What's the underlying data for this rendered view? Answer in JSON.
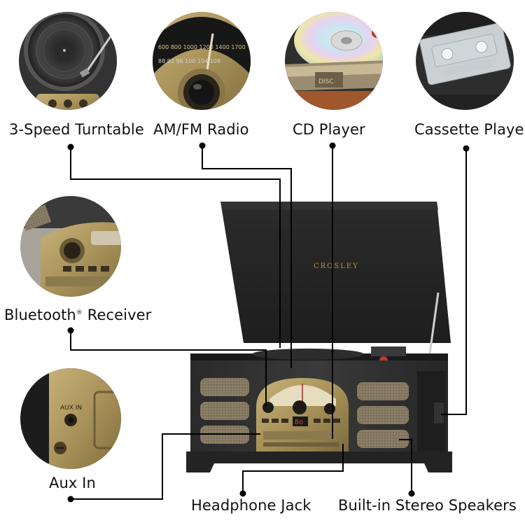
{
  "features": [
    {
      "id": "turntable",
      "label": "3-Speed Turntable"
    },
    {
      "id": "radio",
      "label": "AM/FM Radio"
    },
    {
      "id": "cd",
      "label": "CD Player"
    },
    {
      "id": "cassette",
      "label": "Cassette Player"
    },
    {
      "id": "bluetooth",
      "label": "Bluetooth",
      "mark": "®",
      "suffix": " Receiver"
    },
    {
      "id": "aux",
      "label": "Aux In"
    },
    {
      "id": "headphone",
      "label": "Headphone Jack"
    },
    {
      "id": "speakers",
      "label": "Built-in Stereo Speakers"
    }
  ],
  "product": {
    "brand": "CROSLEY",
    "led": "8o",
    "aux_text": "AUX IN",
    "radio_dial": {
      "am_ticks": [
        "600",
        "800",
        "1000",
        "1200",
        "1400",
        "1700"
      ],
      "fm_ticks": [
        "88",
        "92",
        "96",
        "100",
        "104",
        "108"
      ]
    },
    "cd_logo": "DISC"
  }
}
